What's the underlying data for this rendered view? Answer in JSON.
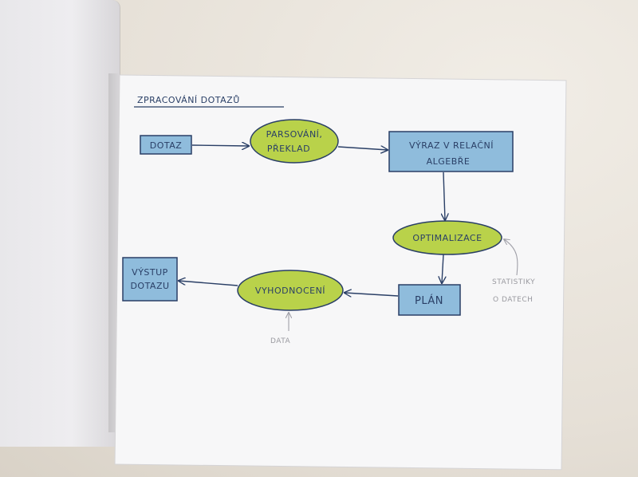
{
  "title": "ZPRACOVÁNÍ DOTAZŮ",
  "nodes": {
    "dotaz": "DOTAZ",
    "parsovani_1": "PARSOVÁNÍ,",
    "parsovani_2": "PŘEKLAD",
    "vyraz_1": "VÝRAZ V RELAČNÍ",
    "vyraz_2": "ALGEBŘE",
    "optimalizace": "OPTIMALIZACE",
    "plan": "PLÁN",
    "vyhodnoceni": "VYHODNOCENÍ",
    "vystup_1": "VÝSTUP",
    "vystup_2": "DOTAZU"
  },
  "annotations": {
    "statistiky_1": "STATISTIKY",
    "statistiky_2": "O DATECH",
    "data": "DATA"
  },
  "colors": {
    "box_fill": "#8fbcdc",
    "ellipse_fill": "#b9d24a",
    "ink": "#2a3f66",
    "pencil": "#a0a0a8"
  }
}
